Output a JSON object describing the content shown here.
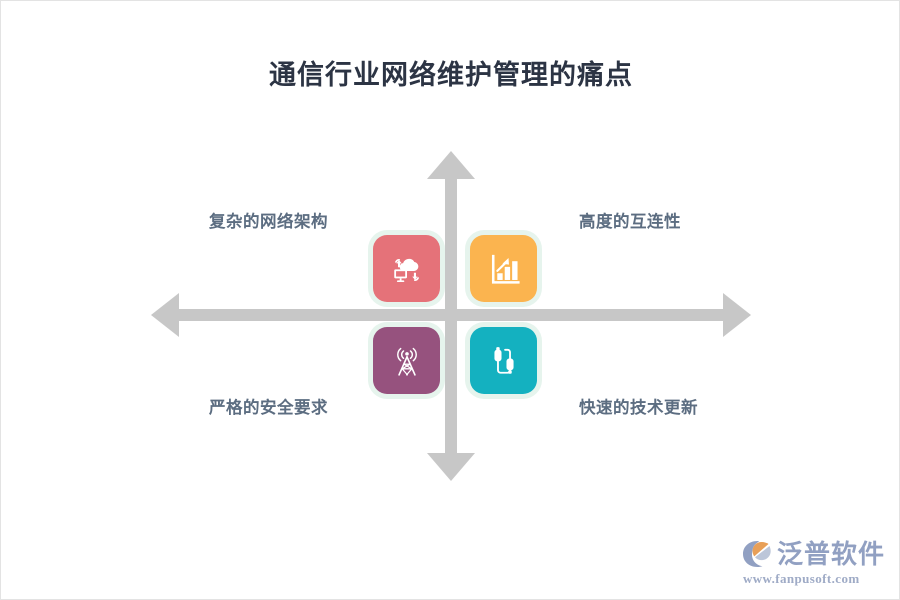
{
  "page": {
    "title": "通信行业网络维护管理的痛点",
    "background_color": "#ffffff",
    "title_color": "#2c3444",
    "border_color": "#e3e3e3"
  },
  "diagram": {
    "type": "quadrant-matrix",
    "axis_color": "#c7c7c7",
    "axis_style": "double-headed-cross",
    "label_color": "#5c6d81",
    "tile_glow_color": "#def0e7",
    "quadrants": [
      {
        "position": "top-left",
        "label": "复杂的网络架构",
        "color": "#e57279",
        "icon": "cloud-sync-monitor-icon"
      },
      {
        "position": "top-right",
        "label": "高度的互连性",
        "color": "#fbb44f",
        "icon": "bar-chart-growth-icon"
      },
      {
        "position": "bottom-left",
        "label": "严格的安全要求",
        "color": "#96527e",
        "icon": "radio-tower-icon"
      },
      {
        "position": "bottom-right",
        "label": "快速的技术更新",
        "color": "#14b1c0",
        "icon": "usb-cable-icon"
      }
    ]
  },
  "watermark": {
    "brand": "泛普软件",
    "url": "www.fanpusoft.com",
    "mark_icon": "fanpu-swoosh-logo-icon",
    "text_color": "#8c9bbf",
    "accent_color": "#e79a4f"
  }
}
